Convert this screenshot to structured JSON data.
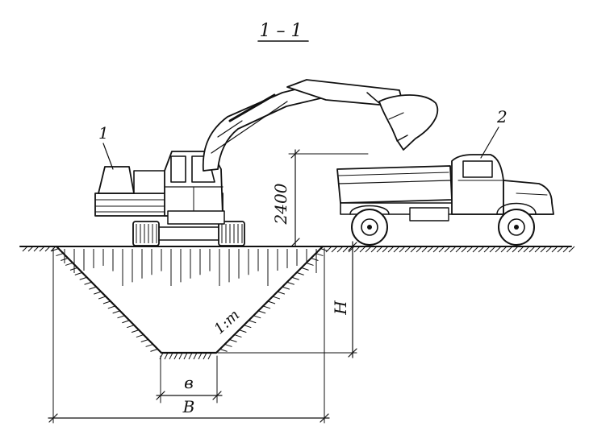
{
  "section_title": "1 – 1",
  "callouts": {
    "excavator": "1",
    "truck": "2"
  },
  "dimensions": {
    "dump_height": "2400",
    "depth": "H",
    "slope": "1:m",
    "bottom_width": "в",
    "top_width": "В"
  }
}
